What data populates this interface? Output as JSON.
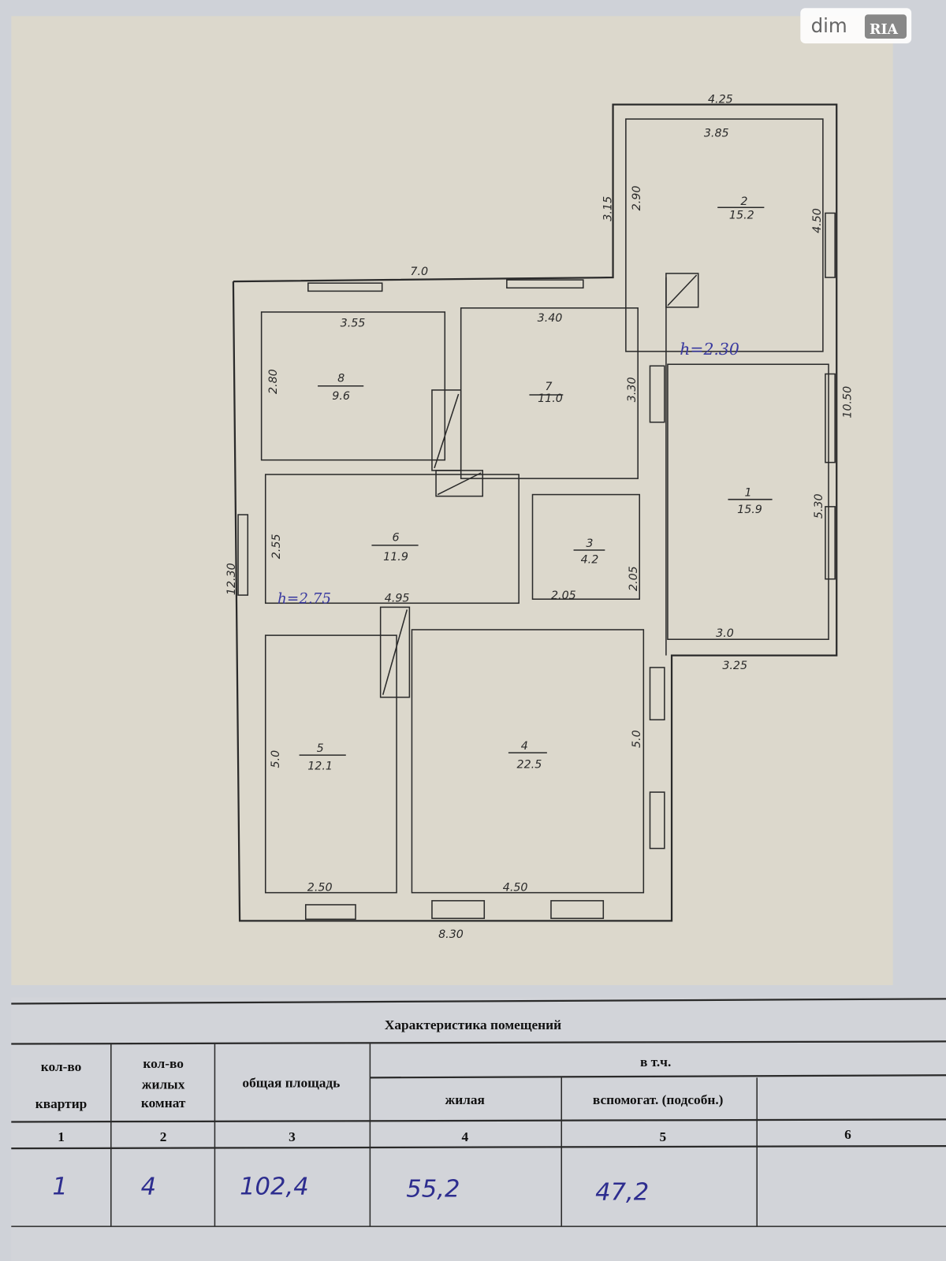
{
  "watermark": {
    "brand_left": "dim",
    "brand_right": "RIA"
  },
  "plan": {
    "overall": {
      "top": "7.0",
      "left": "12.30",
      "bottom": "8.30",
      "right": "10.50"
    },
    "ceiling_heights": [
      "h=2.30",
      "h=2.75"
    ],
    "rooms": [
      {
        "number": "1",
        "area": "15.9",
        "dims": [
          "5.30",
          "3.0",
          "3.25"
        ]
      },
      {
        "number": "2",
        "area": "15.2",
        "dims": [
          "4.25",
          "3.85",
          "3.15",
          "2.90",
          "4.50"
        ]
      },
      {
        "number": "3",
        "area": "4.2",
        "dims": [
          "2.05",
          "2.05"
        ]
      },
      {
        "number": "4",
        "area": "22.5",
        "dims": [
          "5.0",
          "4.50"
        ]
      },
      {
        "number": "5",
        "area": "12.1",
        "dims": [
          "5.0",
          "2.50"
        ]
      },
      {
        "number": "6",
        "area": "11.9",
        "dims": [
          "2.55",
          "4.95"
        ]
      },
      {
        "number": "7",
        "area": "11.0",
        "dims": [
          "3.40",
          "3.30"
        ]
      },
      {
        "number": "8",
        "area": "9.6",
        "dims": [
          "3.55",
          "2.80"
        ]
      }
    ]
  },
  "table": {
    "title": "Характеристика помещений",
    "headers": {
      "c1_line1": "кол-во",
      "c1_line2": "квартир",
      "c2_line1": "кол-во",
      "c2_line2": "жилых",
      "c2_line3": "комнат",
      "c3": "общая площадь",
      "group": "в т.ч.",
      "c4": "жилая",
      "c5": "вспомогат. (подсобн.)"
    },
    "column_numbers": [
      "1",
      "2",
      "3",
      "4",
      "5",
      "6"
    ],
    "values": [
      "1",
      "4",
      "102,4",
      "55,2",
      "47,2",
      ""
    ]
  }
}
